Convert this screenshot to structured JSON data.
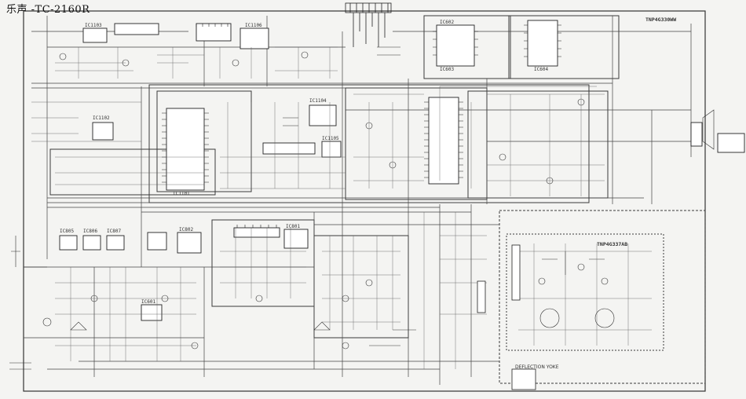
{
  "title": "乐声 -TC-2160R",
  "board_main_id": "TNP4G330WW",
  "board_crt_id": "TNP4G337AB",
  "ic_labels": {
    "ic1103": "IC1103",
    "ic1102": "IC1102",
    "ic1101": "IC1101",
    "ic1104": "IC1104",
    "ic1105": "IC1105",
    "ic1106": "IC1106",
    "ic602": "IC602",
    "ic603": "IC603",
    "ic604": "IC604",
    "ic801": "IC801",
    "ic802": "IC802",
    "ic805": "IC805",
    "ic806": "IC806",
    "ic807": "IC807",
    "ic601": "IC601"
  },
  "corner_box_label": "DEFLECTION YOKE"
}
